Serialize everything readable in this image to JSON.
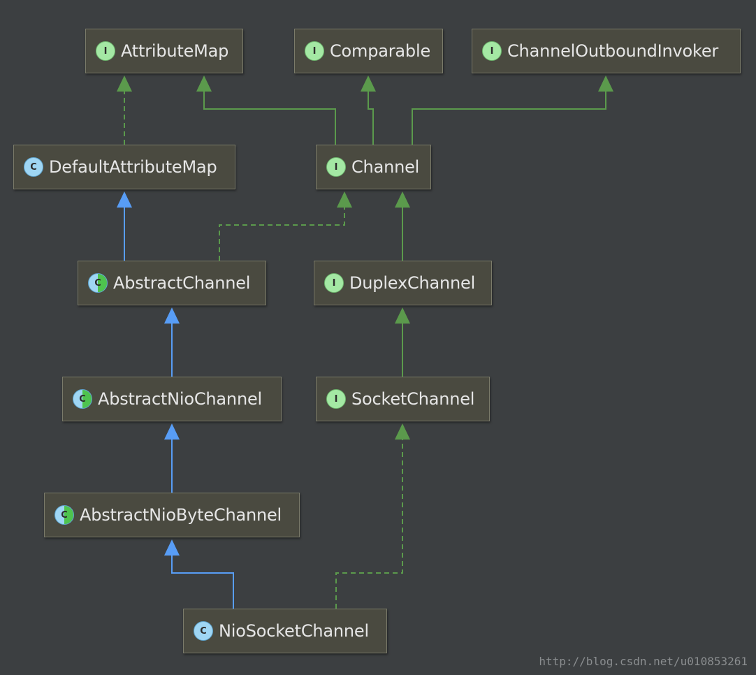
{
  "nodes": [
    {
      "id": "attribute_map",
      "name": "AttributeMap",
      "kind": "interface",
      "badge": "I"
    },
    {
      "id": "comparable",
      "name": "Comparable",
      "kind": "interface",
      "badge": "I"
    },
    {
      "id": "channel_outbound_invoker",
      "name": "ChannelOutboundInvoker",
      "kind": "interface",
      "badge": "I"
    },
    {
      "id": "default_attribute_map",
      "name": "DefaultAttributeMap",
      "kind": "class",
      "badge": "C"
    },
    {
      "id": "channel",
      "name": "Channel",
      "kind": "interface",
      "badge": "I"
    },
    {
      "id": "abstract_channel",
      "name": "AbstractChannel",
      "kind": "abstract-class",
      "badge": "C"
    },
    {
      "id": "duplex_channel",
      "name": "DuplexChannel",
      "kind": "interface",
      "badge": "I"
    },
    {
      "id": "abstract_nio_channel",
      "name": "AbstractNioChannel",
      "kind": "abstract-class",
      "badge": "C"
    },
    {
      "id": "socket_channel",
      "name": "SocketChannel",
      "kind": "interface",
      "badge": "I"
    },
    {
      "id": "abstract_nio_byte_channel",
      "name": "AbstractNioByteChannel",
      "kind": "abstract-class",
      "badge": "C"
    },
    {
      "id": "nio_socket_channel",
      "name": "NioSocketChannel",
      "kind": "class",
      "badge": "C"
    }
  ],
  "edges": [
    {
      "from": "default_attribute_map",
      "to": "attribute_map",
      "type": "implements"
    },
    {
      "from": "channel",
      "to": "attribute_map",
      "type": "interface-extends"
    },
    {
      "from": "channel",
      "to": "comparable",
      "type": "interface-extends"
    },
    {
      "from": "channel",
      "to": "channel_outbound_invoker",
      "type": "interface-extends"
    },
    {
      "from": "abstract_channel",
      "to": "default_attribute_map",
      "type": "extends"
    },
    {
      "from": "abstract_channel",
      "to": "channel",
      "type": "implements"
    },
    {
      "from": "duplex_channel",
      "to": "channel",
      "type": "interface-extends"
    },
    {
      "from": "abstract_nio_channel",
      "to": "abstract_channel",
      "type": "extends"
    },
    {
      "from": "socket_channel",
      "to": "duplex_channel",
      "type": "interface-extends"
    },
    {
      "from": "abstract_nio_byte_channel",
      "to": "abstract_nio_channel",
      "type": "extends"
    },
    {
      "from": "nio_socket_channel",
      "to": "abstract_nio_byte_channel",
      "type": "extends"
    },
    {
      "from": "nio_socket_channel",
      "to": "socket_channel",
      "type": "implements"
    }
  ],
  "colors": {
    "background": "#3c3f41",
    "class_extends": "#589df6",
    "interface_relation": "#5b9a4c"
  },
  "watermark": "http://blog.csdn.net/u010853261"
}
